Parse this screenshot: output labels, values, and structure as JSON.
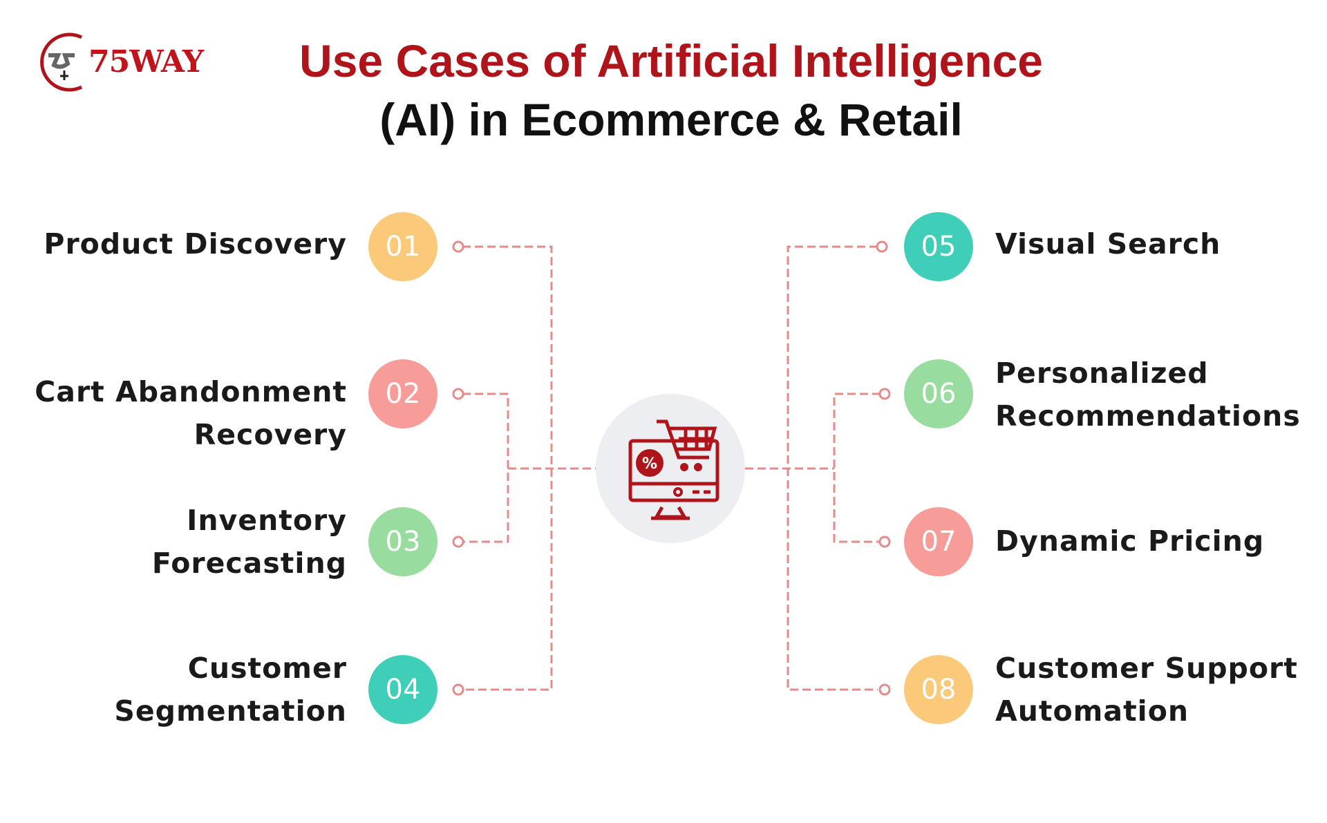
{
  "logo": {
    "text": "75WAY"
  },
  "title": {
    "line1": "Use Cases of Artificial Intelligence",
    "line2": "(AI) in Ecommerce & Retail"
  },
  "colors": {
    "accent": "#b0141b",
    "line": "#e48a8a",
    "hub": "#eceef1"
  },
  "left_items": [
    {
      "num": "01",
      "label": "Product Discovery",
      "color": "#fbc97a"
    },
    {
      "num": "02",
      "label": "Cart Abandonment Recovery",
      "color": "#f79c98"
    },
    {
      "num": "03",
      "label": "Inventory Forecasting",
      "color": "#98dca0"
    },
    {
      "num": "04",
      "label": "Customer Segmentation",
      "color": "#3fcfb9"
    }
  ],
  "right_items": [
    {
      "num": "05",
      "label": "Visual Search",
      "color": "#3fcfb9"
    },
    {
      "num": "06",
      "label": "Personalized Recommendations",
      "color": "#98dca0"
    },
    {
      "num": "07",
      "label": "Dynamic Pricing",
      "color": "#f79c98"
    },
    {
      "num": "08",
      "label": "Customer Support Automation",
      "color": "#fbc97a"
    }
  ],
  "hub_icon": "shopping-cart-monitor-discount-icon"
}
